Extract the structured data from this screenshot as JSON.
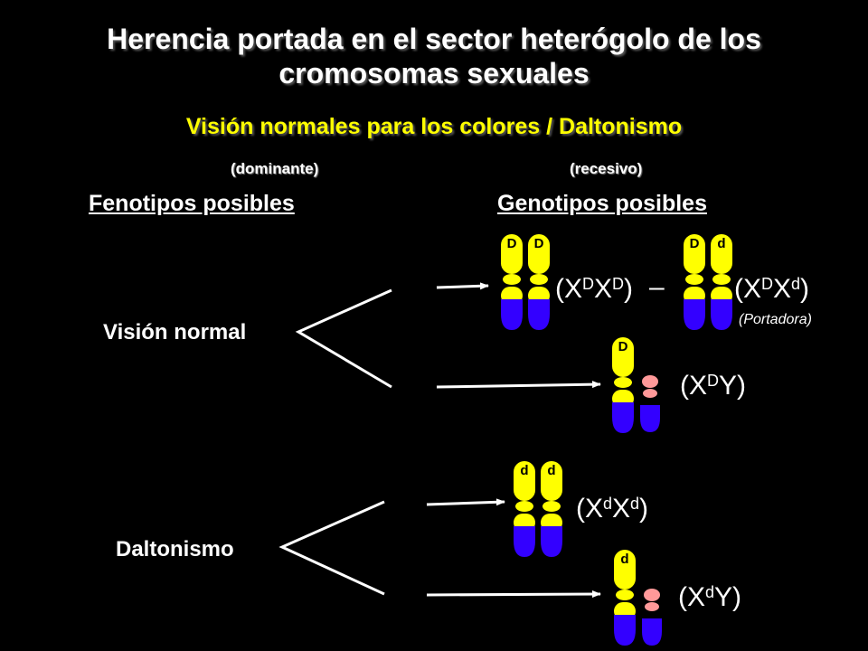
{
  "title": {
    "line1": "Herencia portada en el sector heterógolo de los",
    "line2": "cromosomas sexuales"
  },
  "subtitle": "Visión normales para los colores / Daltonismo",
  "trait_labels": {
    "dominant": "(dominante)",
    "recessive": "(recesivo)"
  },
  "headings": {
    "phenotypes": "Fenotipos posibles",
    "genotypes": "Genotipos posibles"
  },
  "phenotypes": {
    "normal": "Visión normal",
    "daltonism": "Daltonismo"
  },
  "genotypes": {
    "xdxd_dom": {
      "a": "(X",
      "s1": "D",
      "b": "X",
      "s2": "D",
      "c": ")"
    },
    "separator": "–",
    "xdxd_carrier": {
      "a": "(X",
      "s1": "D",
      "b": "X",
      "s2": "d",
      "c": ")"
    },
    "carrier_note": "(Portadora)",
    "xdy_dom": {
      "a": "(X",
      "s1": "D",
      "c": "Y)"
    },
    "xdxd_rec": {
      "a": "(X",
      "s1": "d",
      "b": "X",
      "s2": "d",
      "c": ")"
    },
    "xdy_rec": {
      "a": "(X",
      "s1": "d",
      "c": "Y)"
    }
  },
  "alleles": {
    "dominant": "D",
    "recessive": "d"
  },
  "colors": {
    "background": "#000000",
    "x_chromosome": "#ffff00",
    "centromere": "#ffff00",
    "lower_arm": "#3300ff",
    "y_chromosome": "#ff9999",
    "subtitle": "#ffff00"
  }
}
